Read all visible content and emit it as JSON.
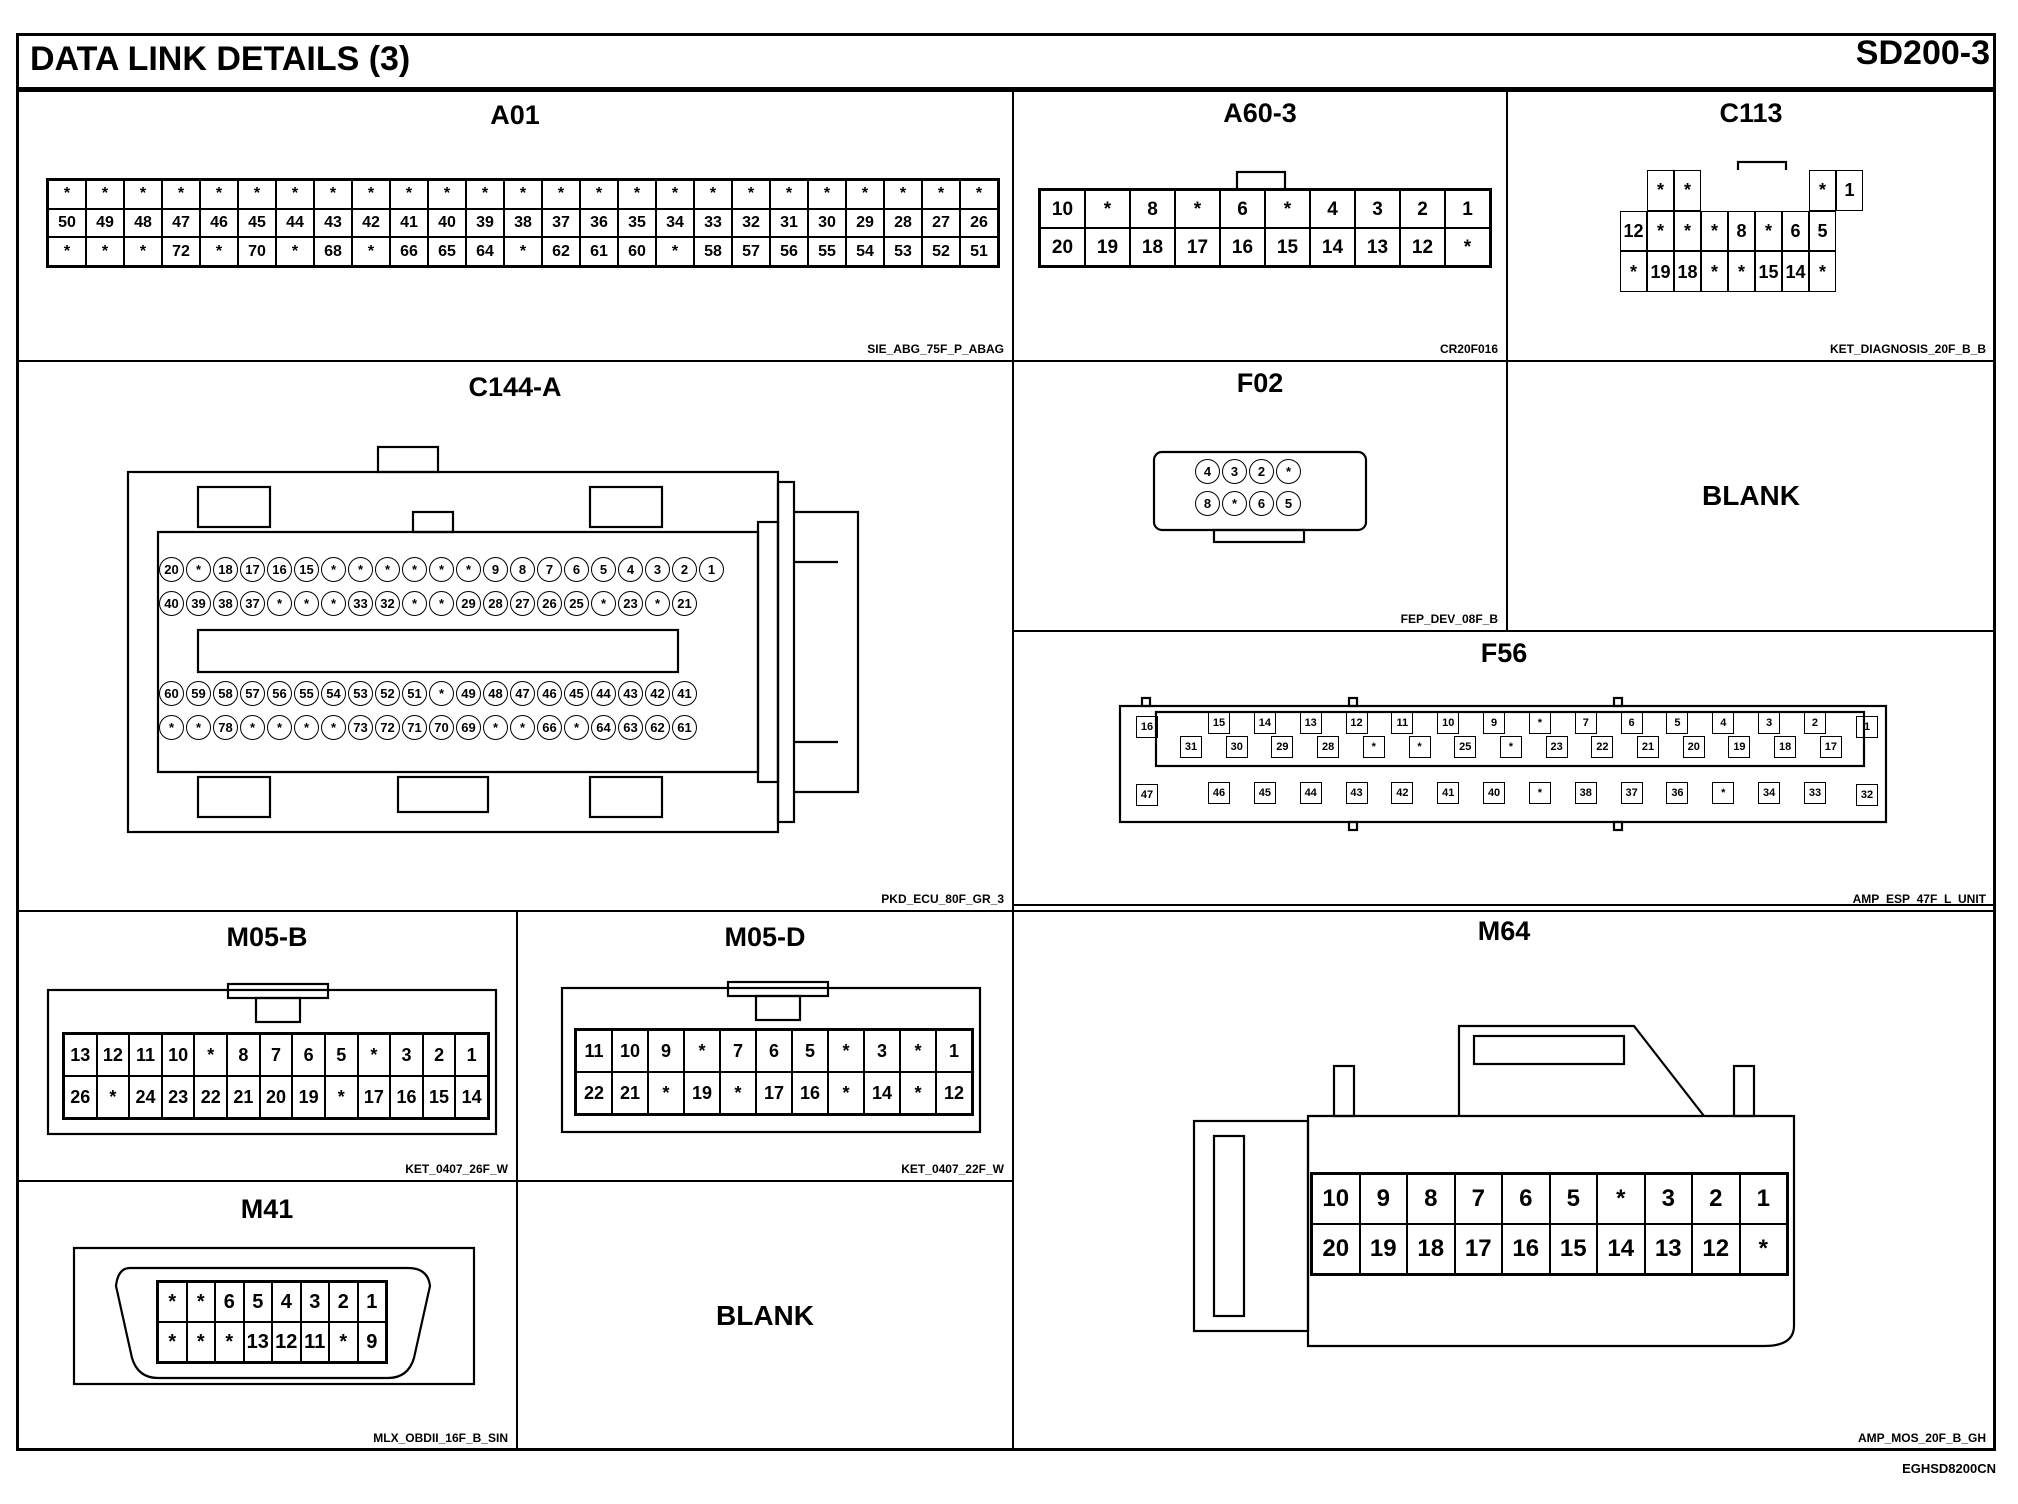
{
  "header": {
    "title": "DATA LINK DETAILS (3)",
    "code": "SD200-3"
  },
  "footer_code": "EGHSD8200CN",
  "connectors": {
    "A01": {
      "name": "A01",
      "part": "SIE_ABG_75F_P_ABAG",
      "rows": [
        [
          "*",
          "*",
          "*",
          "*",
          "*",
          "*",
          "*",
          "*",
          "*",
          "*",
          "*",
          "*",
          "*",
          "*",
          "*",
          "*",
          "*",
          "*",
          "*",
          "*",
          "*",
          "*",
          "*",
          "*",
          "*"
        ],
        [
          "50",
          "49",
          "48",
          "47",
          "46",
          "45",
          "44",
          "43",
          "42",
          "41",
          "40",
          "39",
          "38",
          "37",
          "36",
          "35",
          "34",
          "33",
          "32",
          "31",
          "30",
          "29",
          "28",
          "27",
          "26"
        ],
        [
          "*",
          "*",
          "*",
          "72",
          "*",
          "70",
          "*",
          "68",
          "*",
          "66",
          "65",
          "64",
          "*",
          "62",
          "61",
          "60",
          "*",
          "58",
          "57",
          "56",
          "55",
          "54",
          "53",
          "52",
          "51"
        ]
      ]
    },
    "A60_3": {
      "name": "A60-3",
      "part": "CR20F016",
      "rows": [
        [
          "10",
          "*",
          "8",
          "*",
          "6",
          "*",
          "4",
          "3",
          "2",
          "1"
        ],
        [
          "20",
          "19",
          "18",
          "17",
          "16",
          "15",
          "14",
          "13",
          "12",
          "*"
        ]
      ]
    },
    "C113": {
      "name": "C113",
      "part": "KET_DIAGNOSIS_20F_B_B",
      "rows": [
        [
          "",
          "*",
          "*",
          "",
          "",
          "",
          "",
          "*",
          "1",
          ""
        ],
        [
          "12",
          "*",
          "*",
          "*",
          "8",
          "*",
          "6",
          "5",
          "",
          ""
        ],
        [
          "*",
          "19",
          "18",
          "*",
          "*",
          "15",
          "14",
          "*",
          "",
          ""
        ]
      ]
    },
    "C144_A": {
      "name": "C144-A",
      "part": "PKD_ECU_80F_GR_3",
      "rows": [
        [
          "20",
          "*",
          "18",
          "17",
          "16",
          "15",
          "*",
          "*",
          "*",
          "*",
          "*",
          "*",
          "9",
          "8",
          "7",
          "6",
          "5",
          "4",
          "3",
          "2",
          "1"
        ],
        [
          "40",
          "39",
          "38",
          "37",
          "*",
          "*",
          "*",
          "33",
          "32",
          "*",
          "*",
          "29",
          "28",
          "27",
          "26",
          "25",
          "*",
          "23",
          "*",
          "21"
        ],
        [
          "60",
          "59",
          "58",
          "57",
          "56",
          "55",
          "54",
          "53",
          "52",
          "51",
          "*",
          "49",
          "48",
          "47",
          "46",
          "45",
          "44",
          "43",
          "42",
          "41"
        ],
        [
          "*",
          "*",
          "78",
          "*",
          "*",
          "*",
          "*",
          "73",
          "72",
          "71",
          "70",
          "69",
          "*",
          "*",
          "66",
          "*",
          "64",
          "63",
          "62",
          "61"
        ]
      ]
    },
    "F02": {
      "name": "F02",
      "part": "FEP_DEV_08F_B",
      "rows": [
        [
          "4",
          "3",
          "2",
          "*"
        ],
        [
          "8",
          "*",
          "6",
          "5"
        ]
      ]
    },
    "C_blank": {
      "text": "BLANK"
    },
    "F56": {
      "name": "F56",
      "part": "AMP_ESP_47F_L_UNIT",
      "left": [
        "16",
        "47"
      ],
      "right": [
        "1",
        "32"
      ],
      "top": [
        "15",
        "14",
        "13",
        "12",
        "11",
        "10",
        "9",
        "*",
        "7",
        "6",
        "5",
        "4",
        "3",
        "2"
      ],
      "mid": [
        "31",
        "30",
        "29",
        "28",
        "*",
        "*",
        "25",
        "*",
        "23",
        "22",
        "21",
        "20",
        "19",
        "18",
        "17"
      ],
      "bottom": [
        "46",
        "45",
        "44",
        "43",
        "42",
        "41",
        "40",
        "*",
        "38",
        "37",
        "36",
        "*",
        "34",
        "33"
      ]
    },
    "M05_B": {
      "name": "M05-B",
      "part": "KET_0407_26F_W",
      "rows": [
        [
          "13",
          "12",
          "11",
          "10",
          "*",
          "8",
          "7",
          "6",
          "5",
          "*",
          "3",
          "2",
          "1"
        ],
        [
          "26",
          "*",
          "24",
          "23",
          "22",
          "21",
          "20",
          "19",
          "*",
          "17",
          "16",
          "15",
          "14"
        ]
      ]
    },
    "M05_D": {
      "name": "M05-D",
      "part": "KET_0407_22F_W",
      "rows": [
        [
          "11",
          "10",
          "9",
          "*",
          "7",
          "6",
          "5",
          "*",
          "3",
          "*",
          "1"
        ],
        [
          "22",
          "21",
          "*",
          "19",
          "*",
          "17",
          "16",
          "*",
          "14",
          "*",
          "12"
        ]
      ]
    },
    "M64": {
      "name": "M64",
      "part": "AMP_MOS_20F_B_GH",
      "rows": [
        [
          "10",
          "9",
          "8",
          "7",
          "6",
          "5",
          "*",
          "3",
          "2",
          "1"
        ],
        [
          "20",
          "19",
          "18",
          "17",
          "16",
          "15",
          "14",
          "13",
          "12",
          "*"
        ]
      ]
    },
    "M41": {
      "name": "M41",
      "part": "MLX_OBDII_16F_B_SIN",
      "rows": [
        [
          "*",
          "*",
          "6",
          "5",
          "4",
          "3",
          "2",
          "1"
        ],
        [
          "*",
          "*",
          "*",
          "13",
          "12",
          "11",
          "*",
          "9"
        ]
      ]
    },
    "M_blank": {
      "text": "BLANK"
    }
  }
}
